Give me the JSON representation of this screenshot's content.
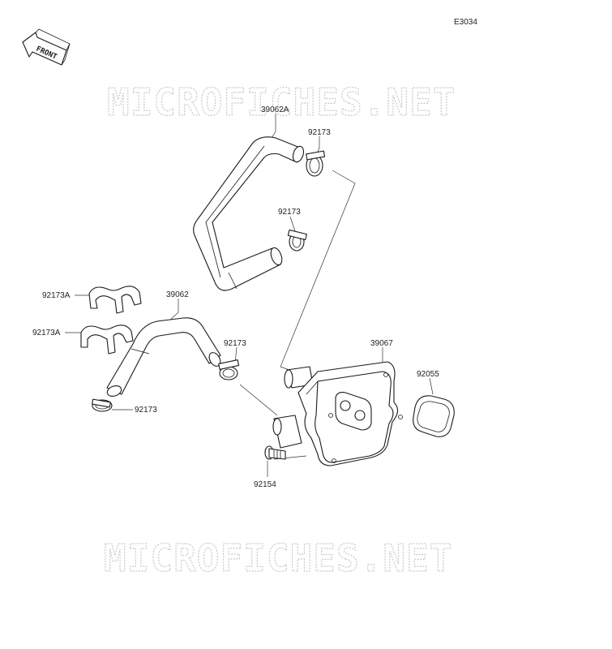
{
  "diagram": {
    "code": "E3034",
    "front_label": "FRONT",
    "watermark": "MICROFICHES.NET",
    "callouts": {
      "hose_upper": "39062A",
      "clamp_upper_top": "92173",
      "clamp_upper_mid": "92173",
      "clip_a_top": "92173A",
      "clip_a_bottom": "92173A",
      "hose_lower": "39062",
      "clamp_lower_mid": "92173",
      "clamp_lower_left": "92173",
      "oil_cooler": "39067",
      "o_ring": "92055",
      "bolt": "92154"
    }
  }
}
